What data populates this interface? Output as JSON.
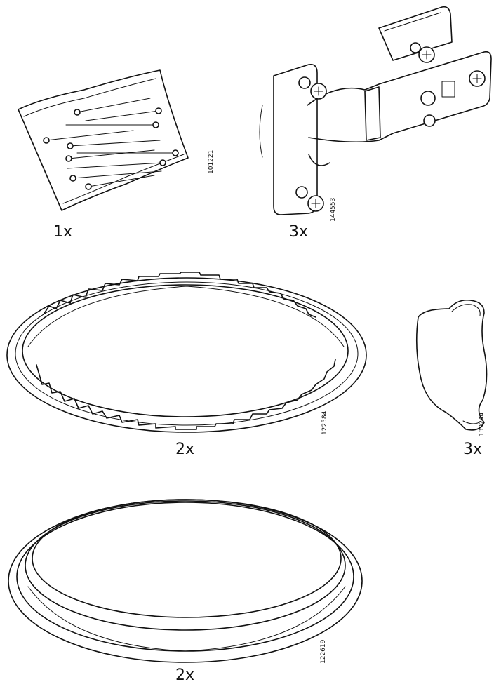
{
  "parts": [
    {
      "id": "nails-bag",
      "quantity": "1x",
      "article_number": "101221",
      "icon": "bag-of-nails-icon"
    },
    {
      "id": "hinge",
      "quantity": "3x",
      "article_number": "144553",
      "icon": "cabinet-hinge-icon"
    },
    {
      "id": "notched-ring",
      "quantity": "2x",
      "article_number": "122584",
      "icon": "notched-ring-icon"
    },
    {
      "id": "bumper",
      "quantity": "3x",
      "article_number": "139244",
      "icon": "door-bumper-icon"
    },
    {
      "id": "seal-ring",
      "quantity": "2x",
      "article_number": "122619",
      "icon": "seal-ring-icon"
    }
  ]
}
